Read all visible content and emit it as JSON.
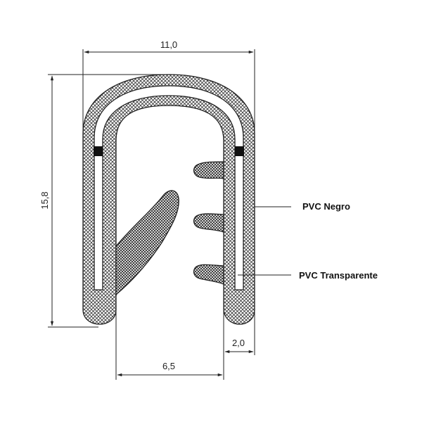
{
  "dimensions": {
    "width": "11,0",
    "height": "15,8",
    "opening": "6,5",
    "wall": "2,0"
  },
  "labels": {
    "outer_material": "PVC Negro",
    "inner_material": "PVC Transparente"
  },
  "colors": {
    "outline": "#222222",
    "hatch": "#333333",
    "clip_marker": "#111111",
    "background": "#ffffff"
  }
}
